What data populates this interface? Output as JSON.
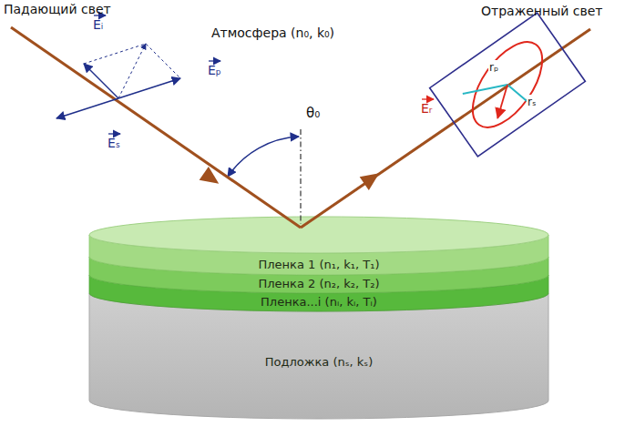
{
  "diagram": {
    "nodes": [
      {
        "text": [
          "Пленка 1 (n₁, k₁, T₁)"
        ]
      },
      {
        "text": [
          "Пленка 2 (n₂, k₂, T₂)"
        ]
      },
      {
        "text": [
          "Пленка...i (nᵢ, kᵢ, Tᵢ)"
        ]
      },
      {
        "text": [
          "Подложка (nₛ, kₛ)"
        ]
      }
    ],
    "labels": [
      "Падающий свет",
      "Атмосфера (n₀, k₀)",
      "Отраженный свет",
      "Eᵢ",
      "Eₚ",
      "Eₛ",
      "θ₀",
      "rₚ",
      "rₛ",
      "Eᵣ"
    ]
  }
}
